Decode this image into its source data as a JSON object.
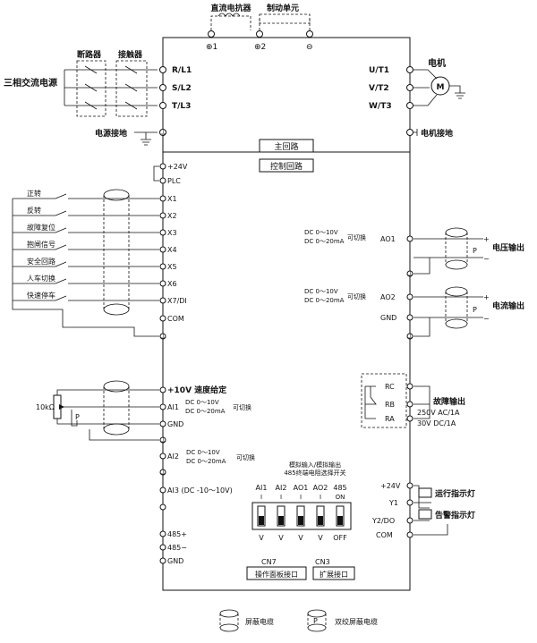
{
  "top": {
    "dc_reactor": "直流电抗器",
    "brake_unit": "制动单元",
    "t1": "⊕1",
    "t2": "⊕2",
    "t3": "⊖"
  },
  "left_power": {
    "breaker": "断路器",
    "contactor": "接触器",
    "source": "三相交流电源",
    "ground": "电源接地"
  },
  "main_terminals": {
    "in": [
      "R/L1",
      "S/L2",
      "T/L3"
    ],
    "out": [
      "U/T1",
      "V/T2",
      "W/T3"
    ],
    "motor": "电机",
    "motor_symbol": "M",
    "motor_ground": "电机接地",
    "main_circuit": "主回路",
    "control_circuit": "控制回路"
  },
  "control_left": {
    "supply": [
      "+24V",
      "PLC"
    ],
    "inputs": [
      {
        "terminal": "X1",
        "label": "正转"
      },
      {
        "terminal": "X2",
        "label": "反转"
      },
      {
        "terminal": "X3",
        "label": "故障复位"
      },
      {
        "terminal": "X4",
        "label": "抱闸信号"
      },
      {
        "terminal": "X5",
        "label": "安全回路"
      },
      {
        "terminal": "X6",
        "label": "人车切换"
      },
      {
        "terminal": "X7/DI",
        "label": "快速停车"
      }
    ],
    "com": "COM",
    "speed_given": "+10V  速度给定",
    "pot": "10kΩ",
    "p": "P",
    "ai1": "AI1",
    "ai1_range1": "DC 0～10V",
    "ai1_range2": "DC 0～20mA",
    "switchable": "可切换",
    "gnd": "GND",
    "ai2": "AI2",
    "ai2_range1": "DC 0～10V",
    "ai2_range2": "DC 0～20mA",
    "ai3": "AI3 (DC -10～10V)",
    "rs485": [
      "485+",
      "485−",
      "GND"
    ]
  },
  "control_right": {
    "ao1_range1": "DC 0～10V",
    "ao1_range2": "DC 0～20mA",
    "ao1_switch": "可切换",
    "ao1": "AO1",
    "voltage_out": "电压输出",
    "ao2_range1": "DC 0～10V",
    "ao2_range2": "DC 0～20mA",
    "ao2_switch": "可切换",
    "ao2": "AO2",
    "gnd": "GND",
    "current_out": "电流输出",
    "p": "P",
    "relay": [
      "RC",
      "RB",
      "RA"
    ],
    "fault_out": "故障输出",
    "rating1": "250V  AC/1A",
    "rating2": "30V    DC/1A",
    "out_terms": [
      "+24V",
      "Y1",
      "Y2/DO",
      "COM"
    ],
    "run_lamp": "运行指示灯",
    "alarm_lamp": "告警指示灯"
  },
  "switch_block": {
    "title1": "模拟输入/模拟输出",
    "title2": "485终端电阻选择开关",
    "headers": [
      "AI1",
      "AI2",
      "AO1",
      "AO2",
      "485"
    ],
    "top_marks": [
      "I",
      "I",
      "I",
      "I",
      "ON"
    ],
    "bottom_marks": [
      "V",
      "V",
      "V",
      "V",
      "OFF"
    ]
  },
  "ports": {
    "cn7": "CN7",
    "cn7_label": "操作面板接口",
    "cn3": "CN3",
    "cn3_label": "扩展接口"
  },
  "legend": {
    "shield": "屏蔽电缆",
    "twisted_symbol": "P",
    "twisted": "双绞屏蔽电缆"
  }
}
